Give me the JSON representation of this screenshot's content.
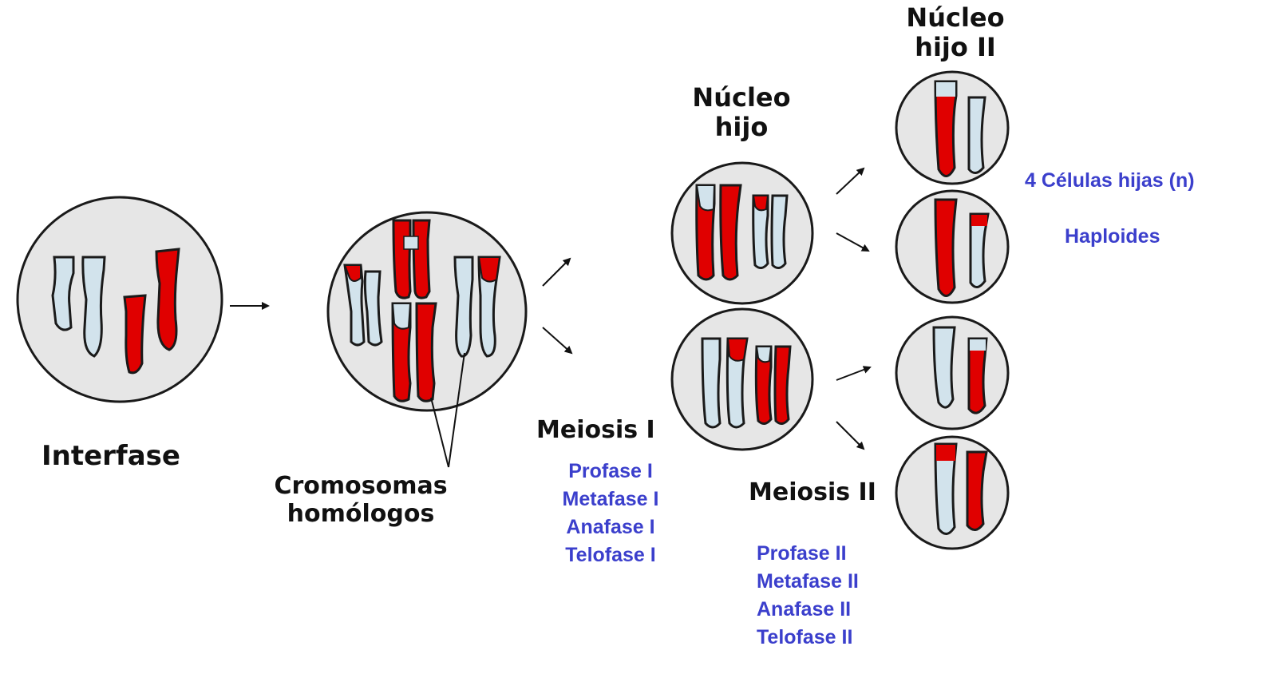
{
  "colors": {
    "cell_fill": "#e6e6e6",
    "cell_stroke": "#1a1a1a",
    "chromosome_red": "#e00000",
    "chromosome_blue": "#d2e3ec",
    "label_black": "#111111",
    "label_blue": "#3b3fcc"
  },
  "labels": {
    "interfase": "Interfase",
    "homologos_line1": "Cromosomas",
    "homologos_line2": "homólogos",
    "meiosis1": "Meiosis I",
    "nucleo_hijo_line1": "Núcleo",
    "nucleo_hijo_line2": "hijo",
    "meiosis2": "Meiosis II",
    "nucleo_hijo2_line1": "Núcleo",
    "nucleo_hijo2_line2": "hijo II",
    "celulas_hijas": "4 Células hijas (n)",
    "haploides": "Haploides"
  },
  "meiosis1_phases": [
    "Profase I",
    "Metafase I",
    "Anafase I",
    "Telofase I"
  ],
  "meiosis2_phases": [
    "Profase II",
    "Metafase II",
    "Anafase II",
    "Telofase II"
  ]
}
